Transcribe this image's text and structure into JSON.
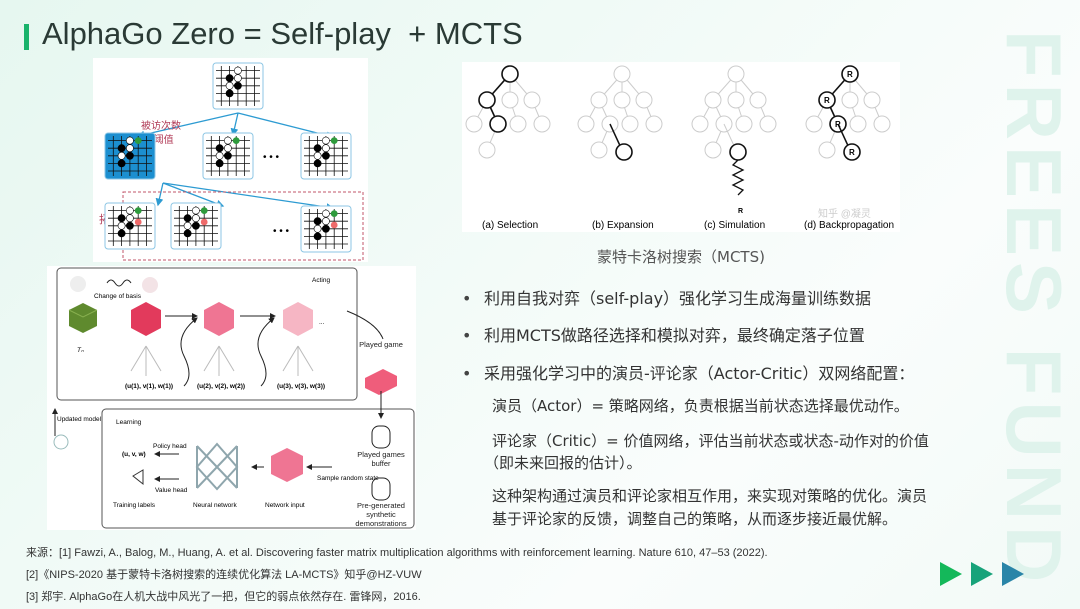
{
  "title": "AlphaGo Zero = Self-play  + MCTS",
  "watermark": "FREES FUND",
  "go_figure": {
    "label_visits": "被访次数",
    "label_threshold": "> 阈值",
    "label_expand": "拓展",
    "ellipsis": "• • •"
  },
  "alpha_figure": {
    "acting": "Acting",
    "change_of_basis": "Change of basis",
    "tensor": "Tₙ",
    "uvw1": "(u(1), v(1), w(1))",
    "uvw2": "(u(2), v(2), w(2))",
    "uvw3": "(u(3), v(3), w(3))",
    "played_game": "Played game",
    "learning": "Learning",
    "updated_model": "Updated model",
    "policy_head": "Policy head",
    "value_head": "Value head",
    "uvw": "(u, v, w)",
    "training_labels": "Training labels",
    "neural_network": "Neural network",
    "network_input": "Network input",
    "sample_random_state": "Sample random state",
    "played_games_buffer": "Played games buffer",
    "pregenerated": "Pre-generated synthetic demonstrations"
  },
  "mcts_figure": {
    "steps": [
      "(a) Selection",
      "(b) Expansion",
      "(c) Simulation",
      "(d) Backpropagation"
    ],
    "r": "R",
    "source_watermark": "知乎 @凝灵",
    "caption": "蒙特卡洛树搜索（MCTS)"
  },
  "bullets": [
    "利用自我对弈（self-play）强化学习生成海量训练数据",
    "利用MCTS做路径选择和模拟对弈，最终确定落子位置",
    "采用强化学习中的演员-评论家（Actor-Critic）双网络配置："
  ],
  "bullet_marker": "•",
  "details": {
    "actor": "演员（Actor）= 策略网络，负责根据当前状态选择最优动作。",
    "critic_1": "评论家（Critic）= 价值网络，评估当前状态或状态-动作对的价值",
    "critic_2": "（即未来回报的估计）。",
    "summary_1": "这种架构通过演员和评论家相互作用，来实现对策略的优化。演员",
    "summary_2": "基于评论家的反馈，调整自己的策略，从而逐步接近最优解。"
  },
  "references": [
    "来源：[1] Fawzi, A., Balog, M., Huang, A. et al. Discovering faster matrix multiplication algorithms with reinforcement learning. Nature 610, 47–53 (2022).",
    "[2]《NIPS-2020 基于蒙特卡洛树搜索的连续优化算法 LA-MCTS》知乎@HZ-VUW",
    "[3] 郑宇. AlphaGo在人机大战中风光了一把，但它的弱点依然存在. 雷锋网，2016."
  ],
  "colors": {
    "accent": "#19b36b",
    "tri1": "#14b85a",
    "tri2": "#17a37a",
    "tri3": "#2a85a8"
  }
}
